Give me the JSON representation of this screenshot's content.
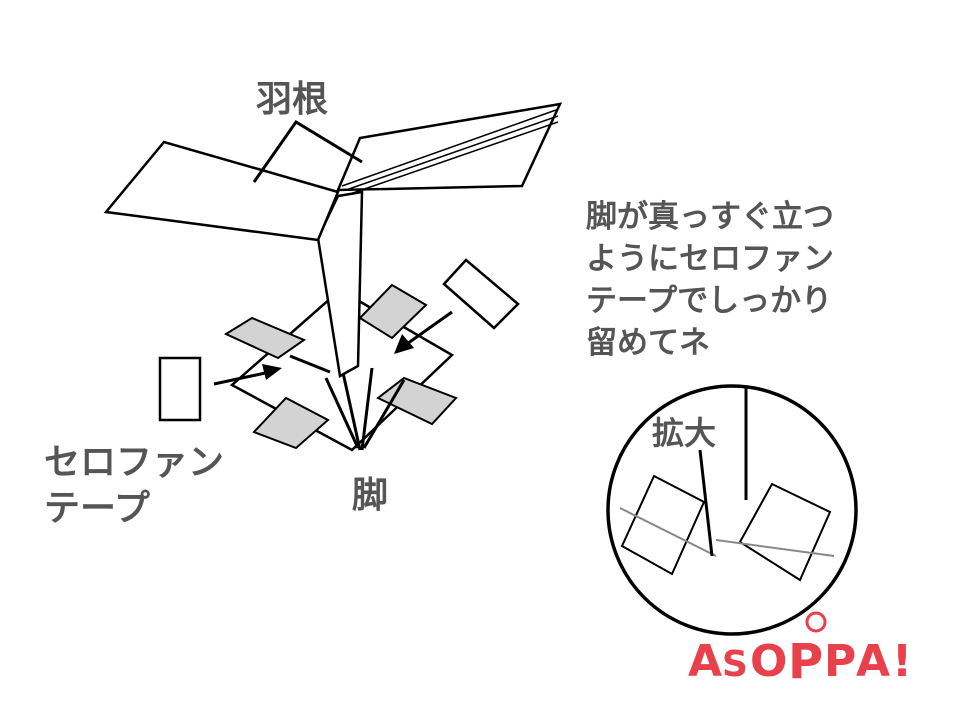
{
  "labels": {
    "wings": "羽根",
    "cellophane_tape_line1": "セロファン",
    "cellophane_tape_line2": "テープ",
    "legs": "脚",
    "zoom": "拡大"
  },
  "instruction": {
    "lines": [
      "脚が真っすぐ立つ",
      "ようにセロファン",
      "テープでしっかり",
      "留めてネ"
    ]
  },
  "logo": {
    "letters": [
      "A",
      "S",
      "O",
      "P",
      "P",
      "A",
      "!"
    ]
  },
  "colors": {
    "label_text": "#555555",
    "line": "#000000",
    "tape_fill": "#d3d3d3",
    "logo_red": "#e8414b"
  }
}
